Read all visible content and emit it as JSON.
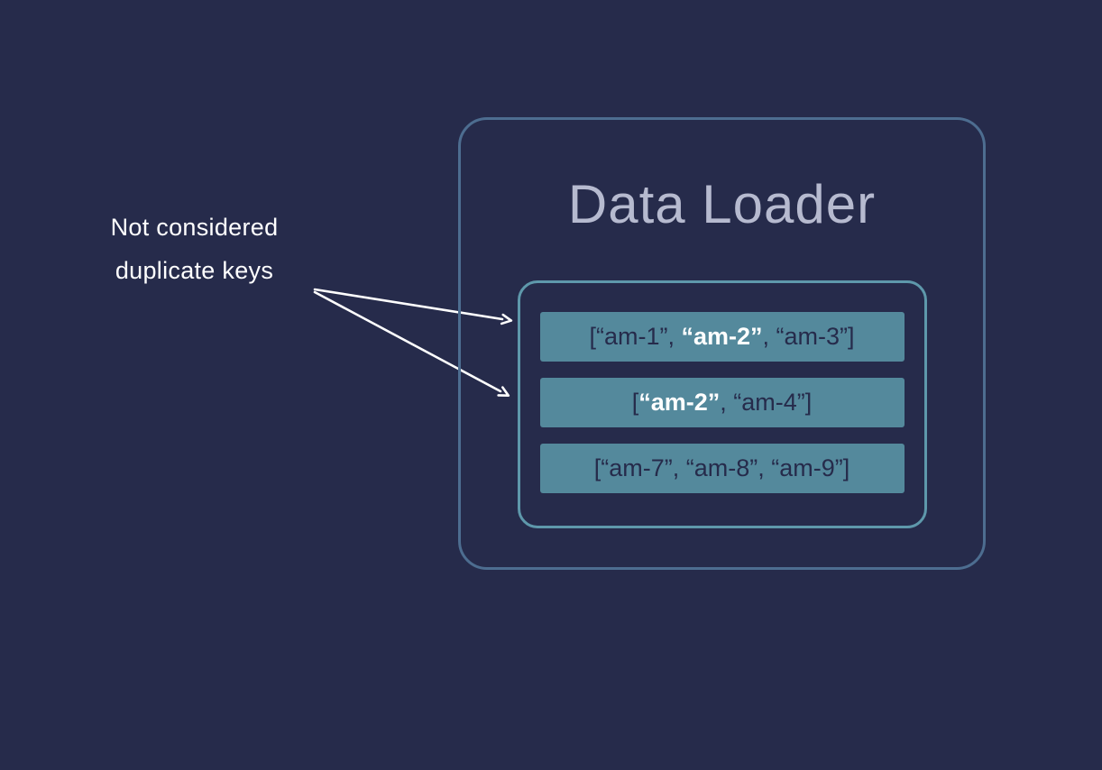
{
  "colors": {
    "background": "#262b4b",
    "outer_border": "#4d6d90",
    "inner_border": "#5e98ab",
    "bar_fill": "#54899c",
    "title": "#b6bacf",
    "key_text": "#262b4b",
    "highlight_text": "#ffffff",
    "annotation_text": "#ffffff",
    "arrow": "#ffffff"
  },
  "annotation": {
    "line1": "Not considered",
    "line2": "duplicate keys"
  },
  "loader": {
    "title": "Data Loader",
    "rows": [
      {
        "segments": [
          {
            "text": "[“am-1”, ",
            "bold": false
          },
          {
            "text": "“am-2”",
            "bold": true
          },
          {
            "text": ", “am-3”]",
            "bold": false
          }
        ]
      },
      {
        "segments": [
          {
            "text": "[",
            "bold": false
          },
          {
            "text": "“am-2”",
            "bold": true
          },
          {
            "text": ", “am-4”]",
            "bold": false
          }
        ]
      },
      {
        "segments": [
          {
            "text": "[“am-7”, “am-8”, “am-9”]",
            "bold": false
          }
        ]
      }
    ]
  }
}
